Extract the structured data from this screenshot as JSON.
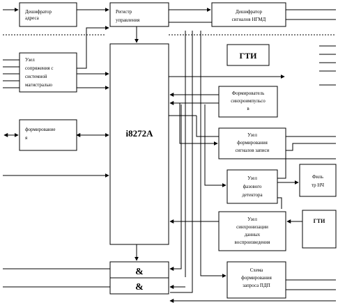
{
  "blocks": {
    "addr_decoder": [
      "Дешифратор",
      "адреса"
    ],
    "control_register": [
      "Регистр",
      "управления"
    ],
    "ngmd_decoder": [
      "Дешифратор",
      "сигналов НГМД"
    ],
    "gti_top": [
      "ГТИ"
    ],
    "bus_interface": [
      "Узел",
      "сопряжения с",
      "системной",
      "магистралью"
    ],
    "sync_former": [
      "Формирователь",
      "синхроимпульсо",
      "в"
    ],
    "formirovanie": [
      "формирование",
      "я"
    ],
    "controller": [
      "i8272A"
    ],
    "write_signal_node": [
      "Узел",
      "формирования",
      "сигналов записи"
    ],
    "phase_detector_node": [
      "Узел",
      "фазового",
      "детектора"
    ],
    "lpf": [
      "Филь",
      "тр НЧ"
    ],
    "read_sync_node": [
      "Узел",
      "синхронизации",
      "данных",
      "воспроизведения"
    ],
    "gti_bottom": [
      "ГТИ"
    ],
    "and_gate_1": [
      "&"
    ],
    "and_gate_2": [
      "&"
    ],
    "pdp_request_node": [
      "Схема",
      "формирования",
      "запроса ПДП"
    ]
  }
}
